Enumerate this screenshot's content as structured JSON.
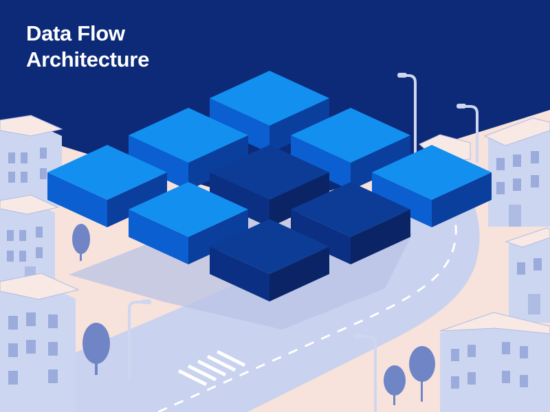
{
  "page": {
    "title_line_1": "Data Flow",
    "title_line_2": "Architecture"
  },
  "colors": {
    "sky": "#0c2a78",
    "ground": "#f7e2dc",
    "road": "#c9d2ee",
    "building_front": "#cdd6f1",
    "building_side": "#aebbe3",
    "building_roof": "#f8e9e4",
    "window": "#9aabdc",
    "tree": "#6f85c6",
    "lamp": "#cfd7ef",
    "block_light_top": "#138ff0",
    "block_light_left": "#0b5fd0",
    "block_light_right": "#0a3f9e",
    "block_dark_top": "#0d3c96",
    "block_dark_left": "#0b2f82",
    "block_dark_right": "#0a2466",
    "connector": "#ffffff"
  },
  "diagram": {
    "nodes": [
      {
        "id": "n1",
        "shade": "light"
      },
      {
        "id": "n2",
        "shade": "light"
      },
      {
        "id": "n3",
        "shade": "light"
      },
      {
        "id": "n4",
        "shade": "light"
      },
      {
        "id": "n5",
        "shade": "dark"
      },
      {
        "id": "n6",
        "shade": "light"
      },
      {
        "id": "n7",
        "shade": "light"
      },
      {
        "id": "n8",
        "shade": "dark"
      },
      {
        "id": "n9",
        "shade": "dark"
      }
    ],
    "connections": [
      [
        "n1",
        "n2"
      ],
      [
        "n1",
        "n3"
      ],
      [
        "n2",
        "n4"
      ],
      [
        "n2",
        "n5"
      ],
      [
        "n3",
        "n5"
      ],
      [
        "n3",
        "n6"
      ],
      [
        "n4",
        "n7"
      ],
      [
        "n5",
        "n7"
      ],
      [
        "n5",
        "n8"
      ],
      [
        "n6",
        "n8"
      ],
      [
        "n7",
        "n9"
      ],
      [
        "n8",
        "n9"
      ]
    ]
  }
}
